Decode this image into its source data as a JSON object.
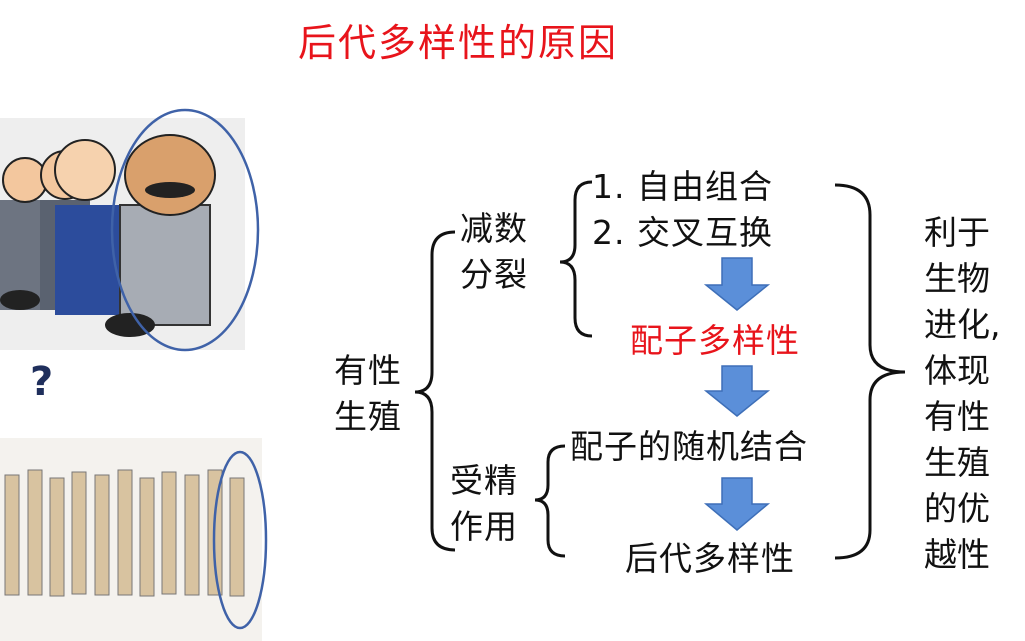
{
  "title": "后代多样性的原因",
  "question_mark": "?",
  "diagram": {
    "sexual_reproduction": [
      "有性",
      "生殖"
    ],
    "meiosis": [
      "减数",
      "分裂"
    ],
    "meiosis_items": [
      "1. 自由组合",
      "2. 交叉互换"
    ],
    "gamete_diversity": "配子多样性",
    "fertilization": [
      "受精",
      "作用"
    ],
    "random_combination": "配子的随机结合",
    "offspring_diversity": "后代多样性",
    "conclusion": [
      "利于",
      "生物",
      "进化,",
      "体现",
      "有性",
      "生殖",
      "的优",
      "越性"
    ]
  },
  "colors": {
    "title": "#e8141b",
    "arrow": "#5b8fd9",
    "ellipse": "#3f62a8"
  }
}
